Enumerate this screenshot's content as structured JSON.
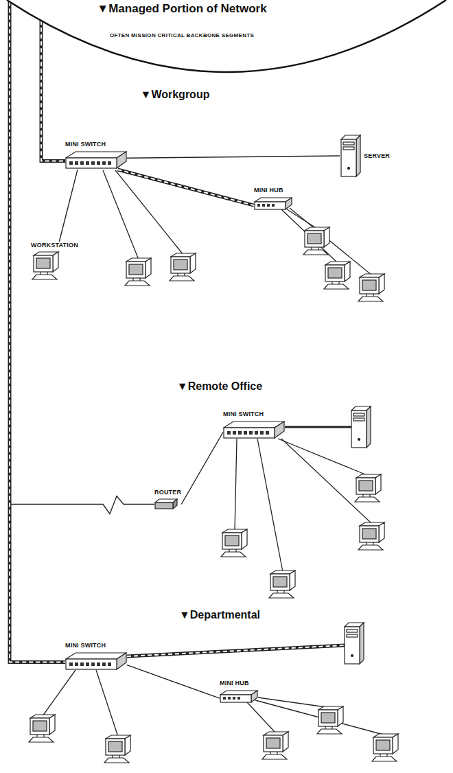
{
  "diagram": {
    "nodes": [
      {
        "text": [
          "▼Managed Portion of Network",
          "OFTEN MISSION CRITICAL BACKBONE SEGMENTS"
        ]
      },
      {
        "text": [
          "MINI SWITCH"
        ]
      },
      {
        "text": [
          "SERVER"
        ]
      },
      {
        "text": [
          "MINI HUB"
        ]
      },
      {
        "text": [
          "WORKSTATION"
        ]
      },
      {
        "text": [
          "ROUTER"
        ]
      },
      {
        "text": [
          "MINI SWITCH"
        ]
      },
      {
        "text": [
          "MINI SWITCH"
        ]
      },
      {
        "text": [
          "MINI HUB"
        ]
      }
    ],
    "edges": [
      {
        "from": 0,
        "to": 1,
        "arrow": "none"
      },
      {
        "from": 1,
        "to": 2,
        "arrow": "none"
      },
      {
        "from": 1,
        "to": 3,
        "arrow": "none"
      },
      {
        "from": 1,
        "to": 4,
        "arrow": "none"
      },
      {
        "from": 0,
        "to": 5,
        "arrow": "none"
      },
      {
        "from": 5,
        "to": 6,
        "arrow": "none"
      },
      {
        "from": 0,
        "to": 7,
        "arrow": "none"
      },
      {
        "from": 7,
        "to": 8,
        "arrow": "none"
      }
    ],
    "labels": [
      "▼Workgroup",
      "▼Remote Office",
      "▼Departmental"
    ]
  }
}
